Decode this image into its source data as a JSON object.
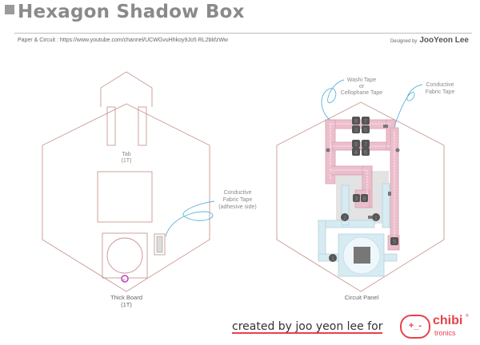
{
  "header": {
    "title": "Hexagon Shadow Box",
    "credit": "Paper & Circuit : https://www.youtube.com/channel/UCWGvuHhkoy9Jo5 RL2bkfzWw",
    "designed_prefix": "Designed by",
    "designer": "JooYeon Lee"
  },
  "left_panel": {
    "tab_label": "Tab",
    "tab_sub": "(1T)",
    "tape_label_1": "Conductive",
    "tape_label_2": "Fabric Tape",
    "tape_label_3": "(adhesive side)",
    "board_label": "Thick Board",
    "board_sub": "(1T)"
  },
  "right_panel": {
    "washi_1": "Washi Tape",
    "washi_2": "or",
    "washi_3": "Cellophane Tape",
    "cond_1": "Conductive",
    "cond_2": "Fabric Tape",
    "panel_label": "Circuit Panel",
    "markers": [
      "8",
      "7",
      "3",
      "5",
      "9",
      "7",
      "4",
      "6",
      "3",
      "8",
      "2",
      "1",
      "5",
      "1"
    ]
  },
  "footer": {
    "created": "created by joo yeon lee for",
    "logo_face": "+_-",
    "brand": "chibi",
    "brand_sub": "tronics",
    "reg": "®"
  },
  "colors": {
    "outline": "#c89a94",
    "pink_tape": "#e9b8c7",
    "blue_tape": "#cfe6ee",
    "blue_line": "#bcd8e2",
    "accent": "#e8414a",
    "callout": "#5ab4d6"
  }
}
